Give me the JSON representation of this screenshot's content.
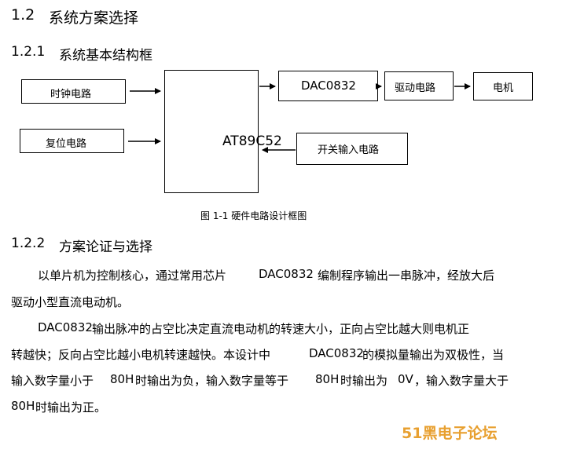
{
  "section": {
    "number": "1.2",
    "title": "系统方案选择"
  },
  "sub1": {
    "number": "1.2.1",
    "title": "系统基本结构框"
  },
  "diagram": {
    "clock": "时钟电路",
    "reset": "复位电路",
    "mcu": "AT89C52",
    "dac": "DAC0832",
    "driver": "驱动电路",
    "motor": "电机",
    "switch_input": "开关输入电路",
    "caption": "图  1-1   硬件电路设计框图"
  },
  "sub2": {
    "number": "1.2.2",
    "title": "方案论证与选择"
  },
  "paragraphs": {
    "line1": "以单片机为控制核心，通过常用芯片",
    "line1_chip": "DAC0832",
    "line1_end": "编制程序输出一串脉冲，经放大后",
    "line2": "驱动小型直流电动机。",
    "line3_chip": "DAC0832",
    "line3": "输出脉冲的占空比决定直流电动机的转速大小，正向占空比越大则电机正",
    "line4": "转越快；反向占空比越小电机转速越快。本设计中",
    "line4_chip": "DAC0832",
    "line4_end": "的模拟量输出为双极性，当",
    "line5_a": "输入数字量小于",
    "line5_b": "80H",
    "line5_c": "时输出为负，输入数字量等于",
    "line5_d": "80H",
    "line5_e": "时输出为",
    "line5_f": "0V",
    "line5_g": "，输入数字量大于",
    "line6_a": "80H",
    "line6_b": "时输出为正。"
  },
  "watermark": "51黑电子论坛",
  "colors": {
    "watermark": "#e8a030"
  }
}
